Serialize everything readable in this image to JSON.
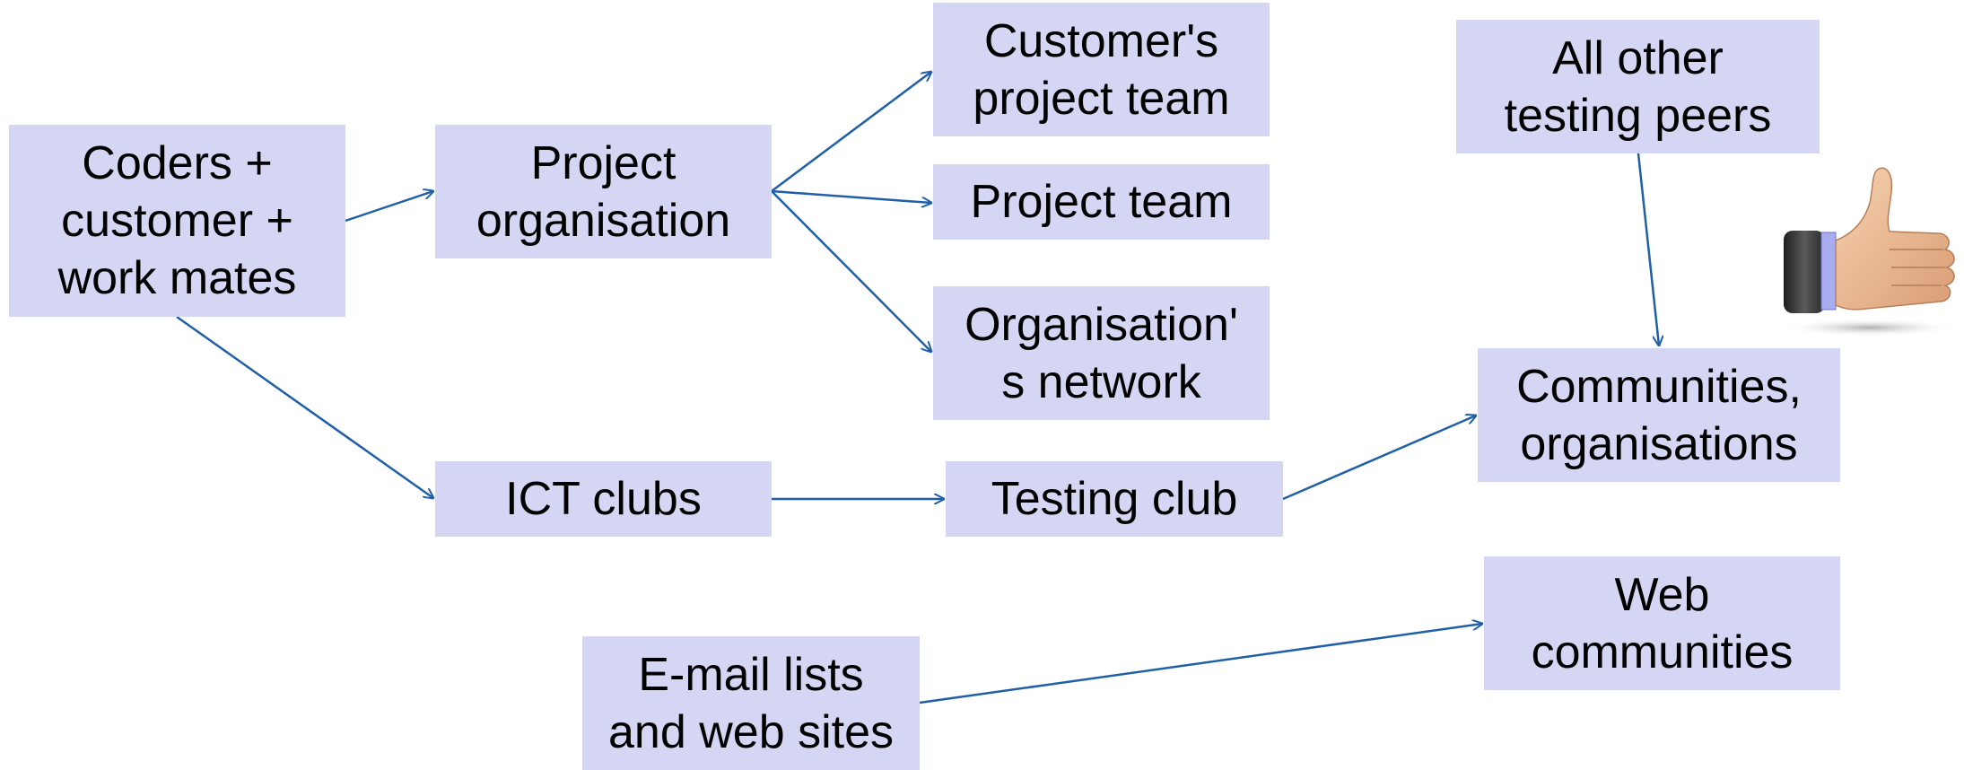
{
  "colors": {
    "box_fill": "#d5d6f3",
    "edge": "#1f5fa8",
    "text": "#000000"
  },
  "nodes": {
    "coders": {
      "lines": [
        "Coders +",
        "customer +",
        "work mates"
      ]
    },
    "project_org": {
      "lines": [
        "Project",
        "organisation"
      ]
    },
    "customers_team": {
      "lines": [
        "Customer's",
        "project team"
      ]
    },
    "project_team": {
      "lines": [
        "Project team"
      ]
    },
    "org_network": {
      "lines": [
        "Organisation'",
        "s network"
      ]
    },
    "ict_clubs": {
      "lines": [
        "ICT clubs"
      ]
    },
    "testing_club": {
      "lines": [
        "Testing club"
      ]
    },
    "other_peers": {
      "lines": [
        "All other",
        "testing peers"
      ]
    },
    "communities": {
      "lines": [
        "Communities,",
        "organisations"
      ]
    },
    "email_lists": {
      "lines": [
        "E-mail lists",
        "and web sites"
      ]
    },
    "web_communities": {
      "lines": [
        "Web",
        "communities"
      ]
    }
  },
  "edges": [
    {
      "from": "coders",
      "to": "project_org"
    },
    {
      "from": "coders",
      "to": "ict_clubs"
    },
    {
      "from": "project_org",
      "to": "customers_team"
    },
    {
      "from": "project_org",
      "to": "project_team"
    },
    {
      "from": "project_org",
      "to": "org_network"
    },
    {
      "from": "ict_clubs",
      "to": "testing_club"
    },
    {
      "from": "testing_club",
      "to": "communities"
    },
    {
      "from": "other_peers",
      "to": "communities"
    },
    {
      "from": "email_lists",
      "to": "web_communities"
    }
  ],
  "icons": {
    "thumb": "thumbs-up-icon"
  }
}
